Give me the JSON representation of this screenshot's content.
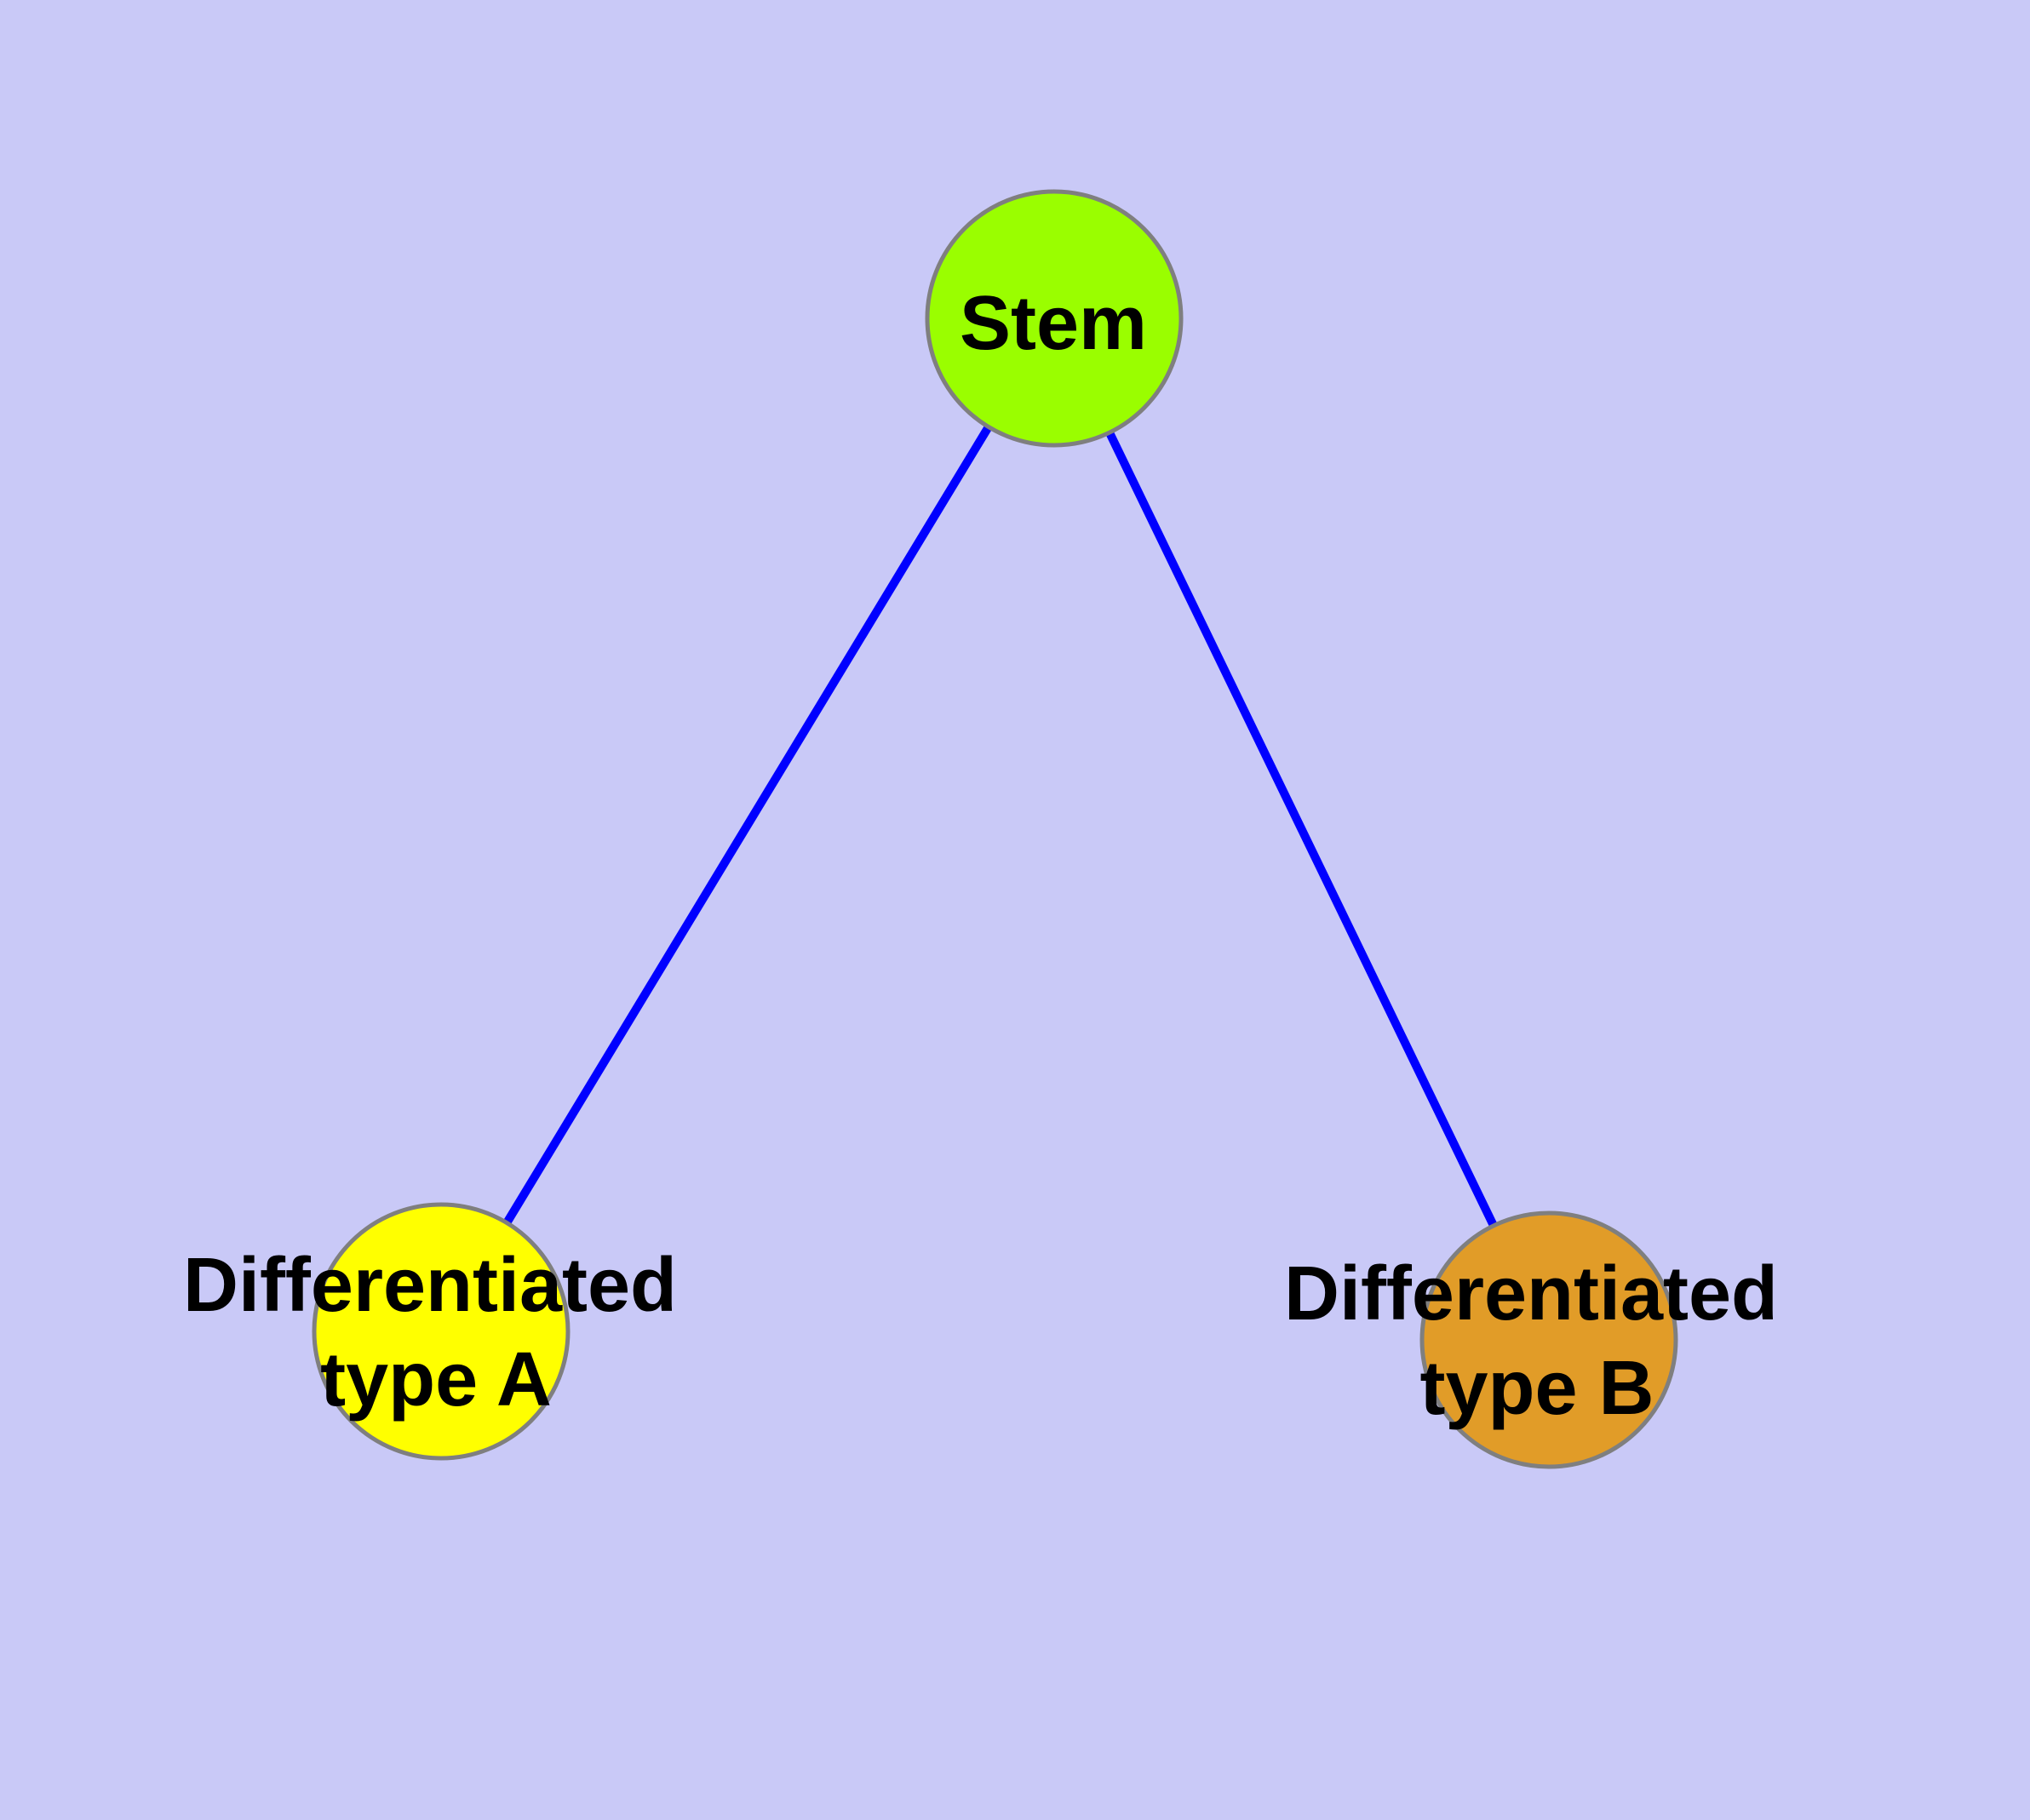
{
  "diagram": {
    "background_color": "#c9c9f7",
    "edge_color": "#0000ff",
    "node_border_color": "#7f7f7f",
    "label_color": "#000000",
    "nodes": {
      "stem": {
        "label": "Stem",
        "fill": "#9afe00"
      },
      "diff_a": {
        "label_line1": "Differentiated",
        "label_line2": "type A",
        "fill": "#ffff00"
      },
      "diff_b": {
        "label_line1": "Differentiated",
        "label_line2": "type B",
        "fill": "#e19c28"
      }
    },
    "edges": [
      {
        "from": "Stem",
        "to": "Differentiated type A"
      },
      {
        "from": "Stem",
        "to": "Differentiated type B"
      }
    ]
  }
}
